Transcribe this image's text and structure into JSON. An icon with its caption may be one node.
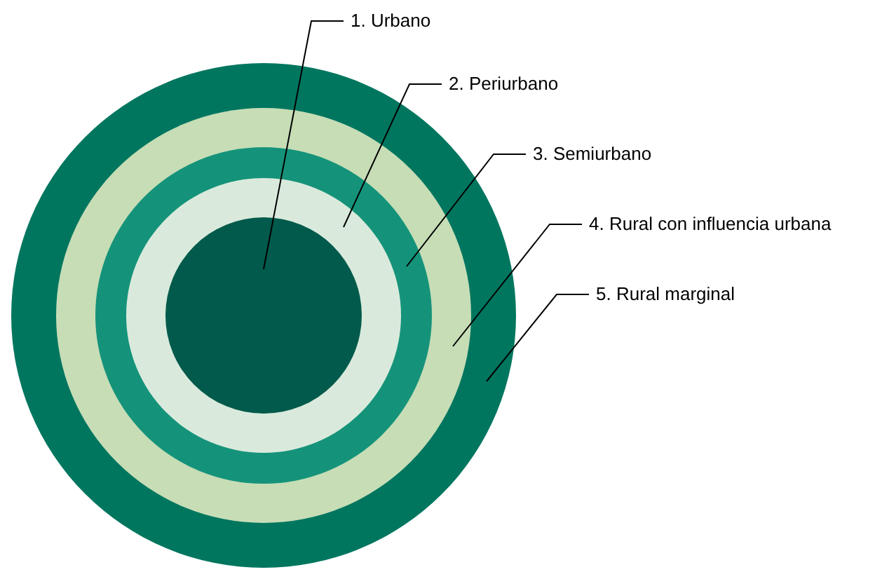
{
  "diagram": {
    "nodes": [
      {
        "text": [
          "1. Urbano"
        ]
      },
      {
        "text": [
          "2. Periurbano"
        ]
      },
      {
        "text": [
          "3. Semiurbano"
        ]
      },
      {
        "text": [
          "4. Rural con influencia urbana"
        ]
      },
      {
        "text": [
          "5. Rural marginal"
        ]
      },
      {
        "text": [],
        "shape": "circle"
      },
      {
        "text": [],
        "shape": "circle",
        "in": 5
      },
      {
        "text": [],
        "shape": "circle",
        "in": 6
      },
      {
        "text": [],
        "shape": "circle",
        "in": 7
      },
      {
        "text": [],
        "shape": "circle",
        "in": 8
      }
    ],
    "edges": [
      {
        "from": 0,
        "to": 9,
        "arrow": "none"
      },
      {
        "from": 1,
        "to": 8,
        "arrow": "none"
      },
      {
        "from": 2,
        "to": 7,
        "arrow": "none"
      },
      {
        "from": 3,
        "to": 6,
        "arrow": "none"
      },
      {
        "from": 4,
        "to": 5,
        "arrow": "none"
      }
    ]
  }
}
